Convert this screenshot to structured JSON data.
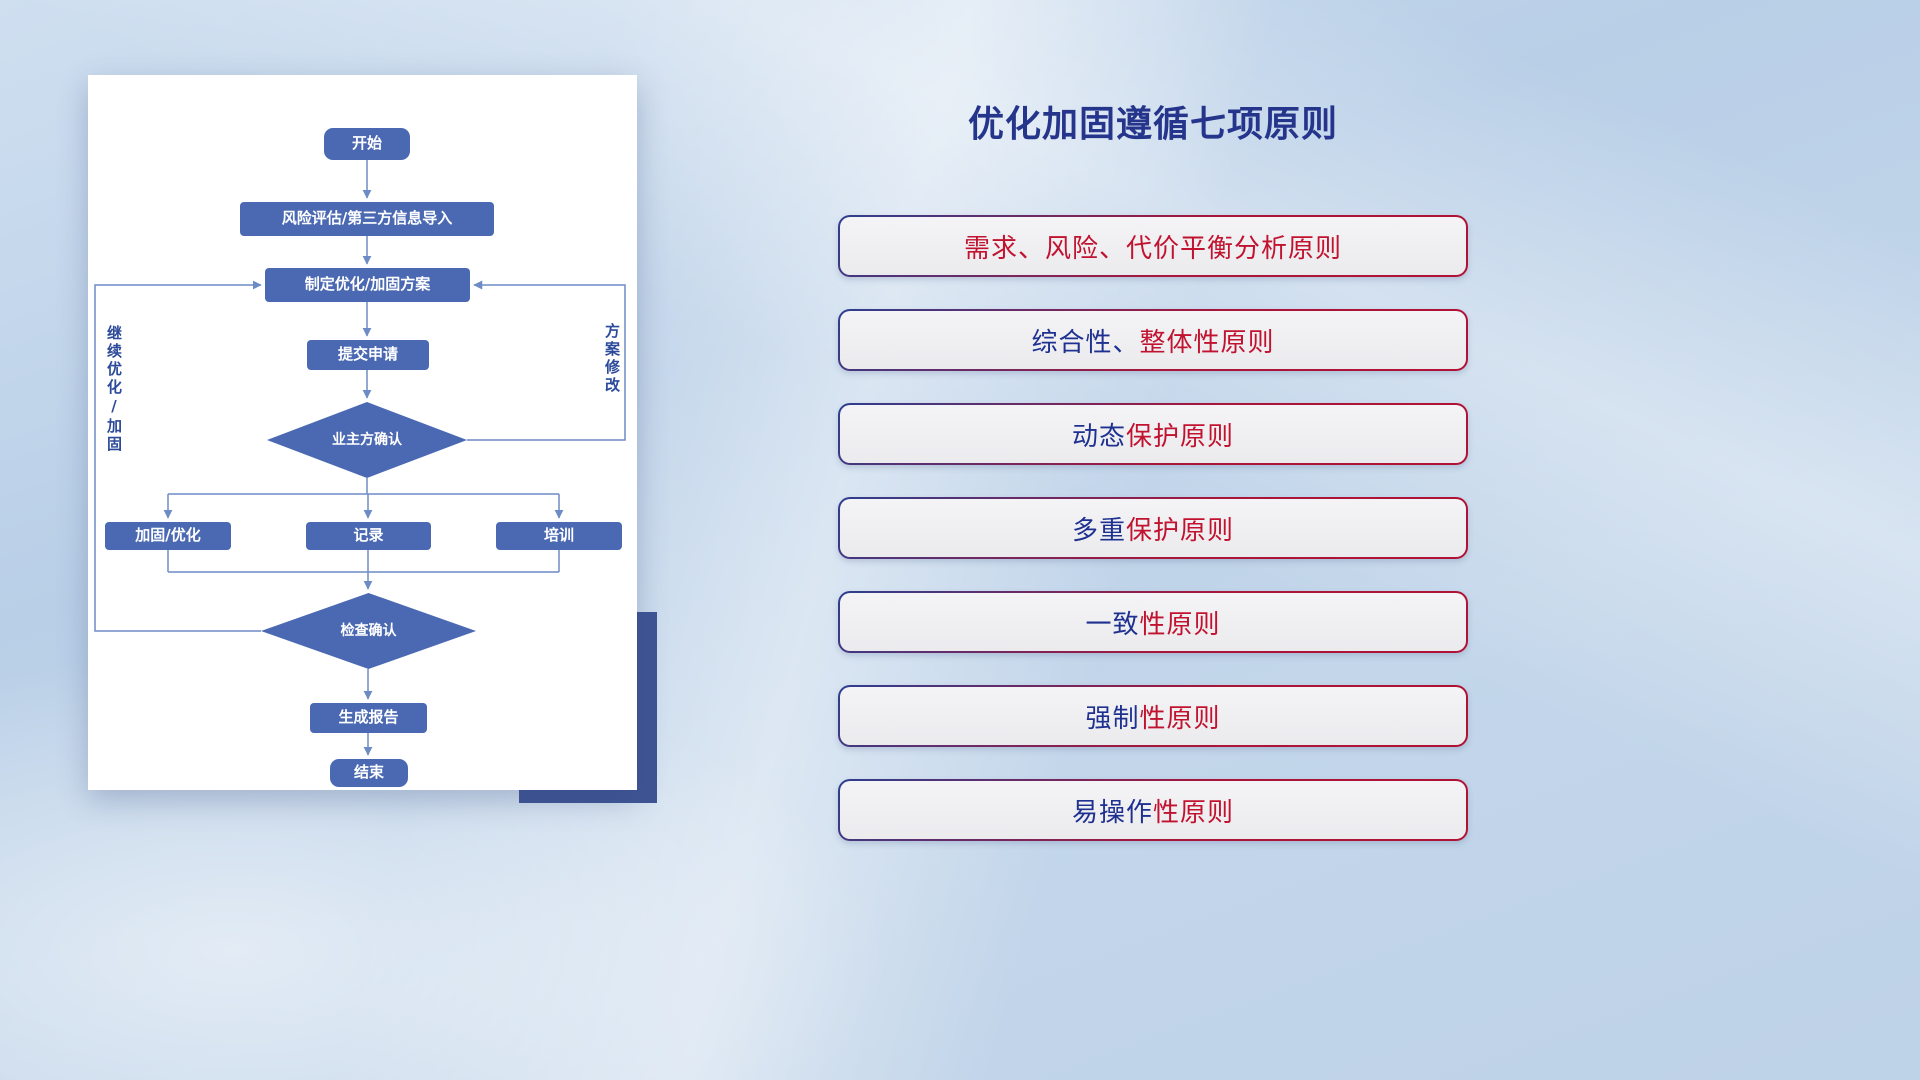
{
  "title": "优化加固遵循七项原则",
  "flowchart": {
    "nodes": {
      "start": "开始",
      "risk": "风险评估/第三方信息导入",
      "plan": "制定优化/加固方案",
      "submit": "提交申请",
      "owner_confirm": "业主方确认",
      "harden": "加固/优化",
      "record": "记录",
      "training": "培训",
      "check_confirm": "检查确认",
      "report": "生成报告",
      "end": "结束"
    },
    "labels": {
      "left_loop": "继续优化/加固",
      "right_loop": "方案修改"
    }
  },
  "principles": {
    "items": [
      {
        "blue": "",
        "red": "需求、风险、代价平衡分析原则"
      },
      {
        "blue": "综合性、",
        "red": "整体性原则"
      },
      {
        "blue": "动态",
        "red": "保护原则"
      },
      {
        "blue": "多重",
        "red": "保护原则"
      },
      {
        "blue": "一致",
        "red": "性原则"
      },
      {
        "blue": "强制",
        "red": "性原则"
      },
      {
        "blue": "易操作",
        "red": "性原则"
      }
    ]
  },
  "colors": {
    "node_fill": "#4a69b2",
    "connector": "#6d8cc6",
    "title_navy": "#26358c",
    "principle_red": "#c11330",
    "principle_blue": "#1f3190",
    "accent_block": "#3e5494"
  }
}
